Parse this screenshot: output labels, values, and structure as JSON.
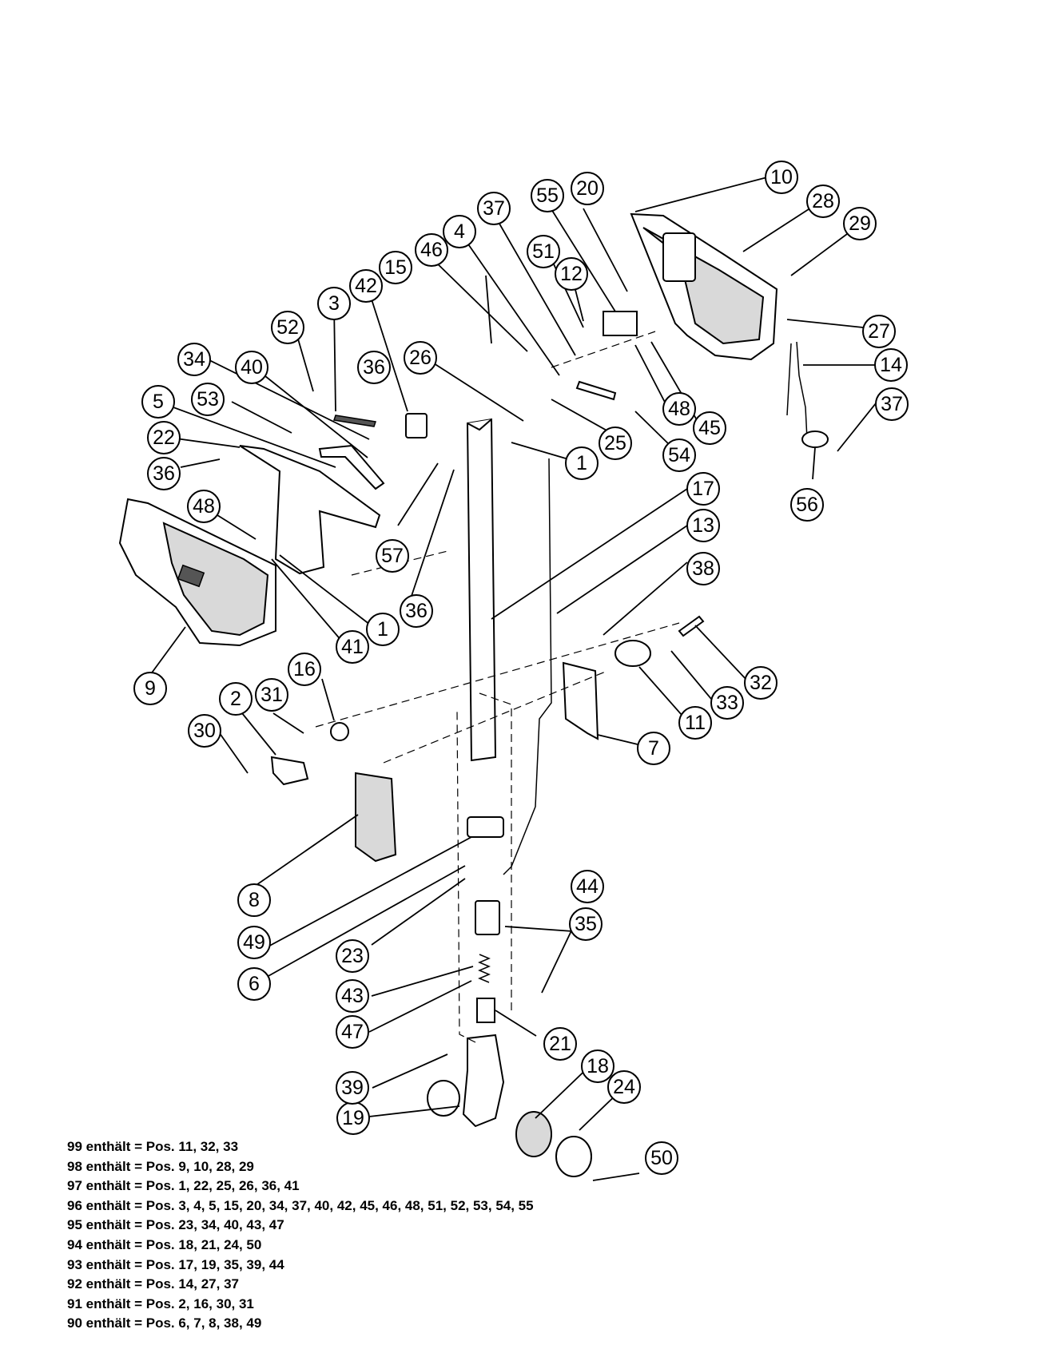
{
  "callouts": [
    "1",
    "1",
    "2",
    "3",
    "4",
    "5",
    "6",
    "7",
    "8",
    "9",
    "10",
    "11",
    "12",
    "13",
    "14",
    "15",
    "16",
    "17",
    "18",
    "19",
    "20",
    "21",
    "22",
    "23",
    "24",
    "25",
    "26",
    "27",
    "28",
    "29",
    "30",
    "31",
    "32",
    "33",
    "34",
    "35",
    "36",
    "36",
    "36",
    "37",
    "37",
    "38",
    "39",
    "40",
    "41",
    "42",
    "43",
    "44",
    "45",
    "46",
    "47",
    "48",
    "48",
    "49",
    "50",
    "51",
    "52",
    "53",
    "54",
    "55",
    "56",
    "57"
  ],
  "contents": [
    "99 enthält = Pos. 11, 32, 33",
    "98 enthält = Pos. 9, 10, 28, 29",
    "97 enthält = Pos. 1, 22, 25, 26, 36, 41",
    "96 enthält = Pos. 3, 4, 5, 15, 20, 34, 37, 40, 42, 45, 46, 48, 51, 52, 53, 54, 55",
    "95 enthält = Pos. 23, 34, 40, 43, 47",
    "94 enthält = Pos. 18, 21, 24, 50",
    "93 enthält = Pos. 17, 19, 35, 39, 44",
    "92 enthält = Pos. 14, 27, 37",
    "91 enthält = Pos. 2, 16, 30, 31",
    "90 enthält = Pos. 6, 7, 8, 38, 49"
  ]
}
